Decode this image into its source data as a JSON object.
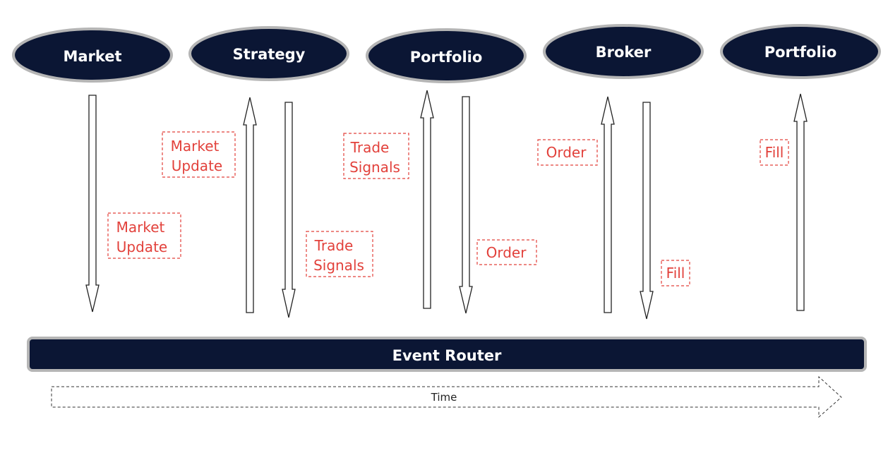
{
  "nodes": [
    {
      "id": "market",
      "label": "Market"
    },
    {
      "id": "strategy",
      "label": "Strategy"
    },
    {
      "id": "portfolio-1",
      "label": "Portfolio"
    },
    {
      "id": "broker",
      "label": "Broker"
    },
    {
      "id": "portfolio-2",
      "label": "Portfolio"
    }
  ],
  "events": [
    {
      "id": "market-update-1",
      "lines": [
        "Market",
        "Update"
      ],
      "direction": "down",
      "from": "market"
    },
    {
      "id": "market-update-2",
      "lines": [
        "Market",
        "Update"
      ],
      "direction": "up",
      "to": "strategy"
    },
    {
      "id": "trade-signals-1",
      "lines": [
        "Trade",
        "Signals"
      ],
      "direction": "down",
      "from": "strategy"
    },
    {
      "id": "trade-signals-2",
      "lines": [
        "Trade",
        "Signals"
      ],
      "direction": "up",
      "to": "portfolio-1"
    },
    {
      "id": "order-1",
      "lines": [
        "Order"
      ],
      "direction": "down",
      "from": "portfolio-1"
    },
    {
      "id": "order-2",
      "lines": [
        "Order"
      ],
      "direction": "up",
      "to": "broker"
    },
    {
      "id": "fill-1",
      "lines": [
        "Fill"
      ],
      "direction": "down",
      "from": "broker"
    },
    {
      "id": "fill-2",
      "lines": [
        "Fill"
      ],
      "direction": "up",
      "to": "portfolio-2"
    }
  ],
  "router": {
    "label": "Event Router"
  },
  "time": {
    "label": "Time"
  },
  "colors": {
    "node_fill": "#0b1634",
    "node_border": "#b5b5b5",
    "label_red": "#e2413b",
    "arrow_stroke": "#222222"
  }
}
